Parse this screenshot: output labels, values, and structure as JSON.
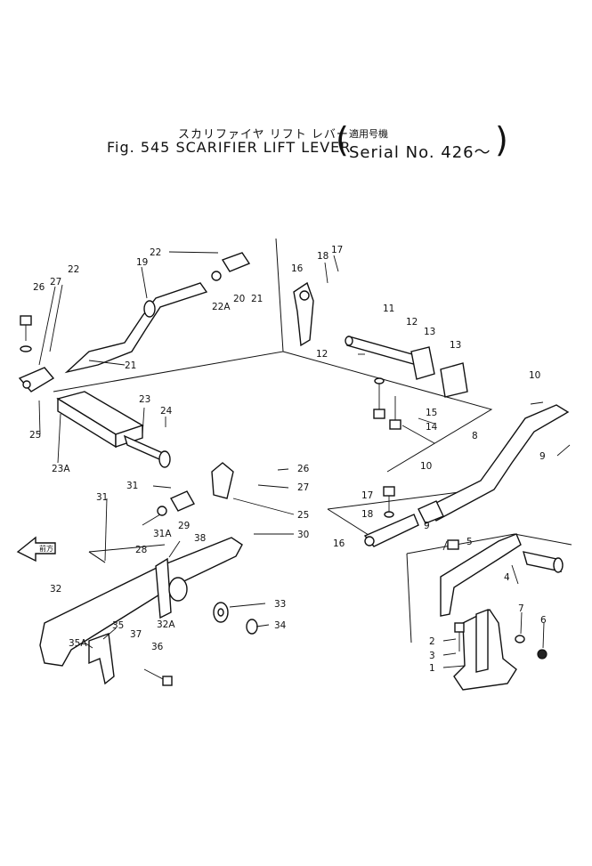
{
  "title": {
    "japanese": "スカリファイヤ リフト レバー",
    "serial_japanese": "適用号機",
    "figure": "Fig. 545 SCARIFIER LIFT LEVER",
    "serial": "Serial No. 426～"
  },
  "direction_label": "前方",
  "callouts": [
    {
      "id": "c-22-top",
      "text": "22"
    },
    {
      "id": "c-17-top",
      "text": "17"
    },
    {
      "id": "c-18-top",
      "text": "18"
    },
    {
      "id": "c-16-top",
      "text": "16"
    },
    {
      "id": "c-19",
      "text": "19"
    },
    {
      "id": "c-22-left",
      "text": "22"
    },
    {
      "id": "c-26-left",
      "text": "26"
    },
    {
      "id": "c-27-left",
      "text": "27"
    },
    {
      "id": "c-22a",
      "text": "22A"
    },
    {
      "id": "c-20",
      "text": "20"
    },
    {
      "id": "c-21-top",
      "text": "21"
    },
    {
      "id": "c-11",
      "text": "11"
    },
    {
      "id": "c-12-top",
      "text": "12"
    },
    {
      "id": "c-13-a",
      "text": "13"
    },
    {
      "id": "c-13-b",
      "text": "13"
    },
    {
      "id": "c-12-mid",
      "text": "12"
    },
    {
      "id": "c-21-mid",
      "text": "21"
    },
    {
      "id": "c-10-right",
      "text": "10"
    },
    {
      "id": "c-15",
      "text": "15"
    },
    {
      "id": "c-14",
      "text": "14"
    },
    {
      "id": "c-25-left",
      "text": "25"
    },
    {
      "id": "c-23",
      "text": "23"
    },
    {
      "id": "c-24",
      "text": "24"
    },
    {
      "id": "c-23a",
      "text": "23A"
    },
    {
      "id": "c-8",
      "text": "8"
    },
    {
      "id": "c-9-right",
      "text": "9"
    },
    {
      "id": "c-26-mid",
      "text": "26"
    },
    {
      "id": "c-27-mid",
      "text": "27"
    },
    {
      "id": "c-31",
      "text": "31"
    },
    {
      "id": "c-10-mid",
      "text": "10"
    },
    {
      "id": "c-17-mid",
      "text": "17"
    },
    {
      "id": "c-25-mid",
      "text": "25"
    },
    {
      "id": "c-18-mid",
      "text": "18"
    },
    {
      "id": "c-9-mid",
      "text": "9"
    },
    {
      "id": "c-31-left",
      "text": "31"
    },
    {
      "id": "c-29",
      "text": "29"
    },
    {
      "id": "c-31a",
      "text": "31A"
    },
    {
      "id": "c-30",
      "text": "30"
    },
    {
      "id": "c-28",
      "text": "28"
    },
    {
      "id": "c-38",
      "text": "38"
    },
    {
      "id": "c-16-mid",
      "text": "16"
    },
    {
      "id": "c-5",
      "text": "5"
    },
    {
      "id": "c-4",
      "text": "4"
    },
    {
      "id": "c-32",
      "text": "32"
    },
    {
      "id": "c-33",
      "text": "33"
    },
    {
      "id": "c-32a",
      "text": "32A"
    },
    {
      "id": "c-34",
      "text": "34"
    },
    {
      "id": "c-7",
      "text": "7"
    },
    {
      "id": "c-6",
      "text": "6"
    },
    {
      "id": "c-35",
      "text": "35"
    },
    {
      "id": "c-37",
      "text": "37"
    },
    {
      "id": "c-35a",
      "text": "35A"
    },
    {
      "id": "c-36",
      "text": "36"
    },
    {
      "id": "c-2",
      "text": "2"
    },
    {
      "id": "c-3",
      "text": "3"
    },
    {
      "id": "c-1",
      "text": "1"
    }
  ]
}
